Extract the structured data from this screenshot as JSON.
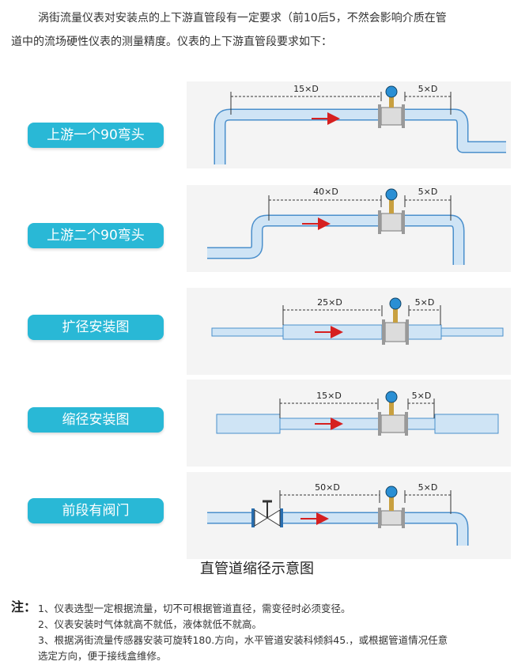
{
  "intro": {
    "line1": "涡街流量仪表对安装点的上下游直管段有一定要求（前10后5，不然会影响介质在管",
    "line2": "道中的流场硬性仪表的测量精度。仪表的上下游直管段要求如下："
  },
  "sections": [
    {
      "label": "上游一个90弯头",
      "upstream": "15×D",
      "downstream": "5×D"
    },
    {
      "label": "上游二个90弯头",
      "upstream": "40×D",
      "downstream": "5×D"
    },
    {
      "label": "扩径安装图",
      "upstream": "25×D",
      "downstream": "5×D"
    },
    {
      "label": "缩径安装图",
      "upstream": "15×D",
      "downstream": "5×D"
    },
    {
      "label": "前段有阀门",
      "upstream": "50×D",
      "downstream": "5×D"
    }
  ],
  "caption": "直管道缩径示意图",
  "notes": {
    "title": "注：",
    "items": [
      "1、仪表选型一定根据流量，切不可根据管道直径，需变径时必须变径。",
      "2、仪表安装时气体就高不就低，液体就低不就高。",
      "3、根据涡街流量传感器安装可旋转180.方向，水平管道安装科倾斜45.，或根据管道情况任意",
      "选定方向，便于接线盒维修。"
    ]
  },
  "colors": {
    "pipe_fill": "#cfe4f5",
    "pipe_stroke": "#4a8fcc",
    "label_bg": "#29b8d6",
    "arrow": "#d62020",
    "meter": "#c8a040",
    "panel_bg": "#f4f4f4"
  }
}
